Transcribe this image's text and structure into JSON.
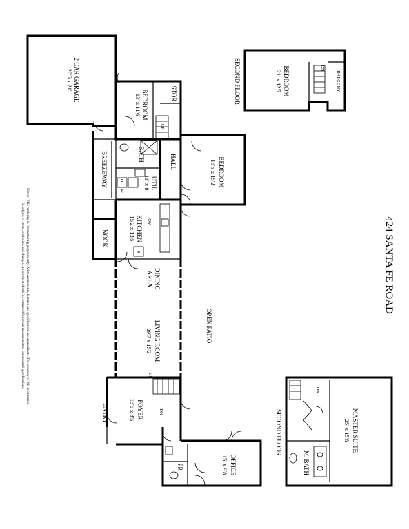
{
  "plan": {
    "address": "424 SANTA FE ROAD",
    "notice": [
      "Notice: This rendering is for marketing purposes only. All measurements, features and specifications are approximate. The accuracy of this information",
      "is subject to errors, omissions and changes. An architect should be contacted for actual measurements, features and specifications."
    ],
    "rooms": {
      "garage": {
        "name": "2 CAR GARAGE",
        "dims": "20'6 x 21'"
      },
      "bedroom_1": {
        "name": "BEDROOM",
        "dims": "13' x 11'6"
      },
      "stor": {
        "name": "STOR"
      },
      "bath": {
        "name": "BATH"
      },
      "breezeway": {
        "name": "BREEZEWAY"
      },
      "util": {
        "name": "UTIL",
        "dims": "11' x 8'"
      },
      "hall": {
        "name": "HALL"
      },
      "bedroom_2": {
        "name": "BEDROOM",
        "dims": "15'6 x 15'2"
      },
      "kitchen": {
        "name": "KITCHEN",
        "dims": "15'2 x 13'5"
      },
      "nook": {
        "name": "NOOK"
      },
      "dining": {
        "name": "DINING",
        "name2": "AREA"
      },
      "living": {
        "name": "LIVING ROOM",
        "dims": "29'7 x 15'2"
      },
      "foyer": {
        "name": "FOYER",
        "dims": "15'6 x 8'5"
      },
      "entry": {
        "name": "ENTRY"
      },
      "office": {
        "name": "OFFICE",
        "dims": "15' x 9'8"
      },
      "pr": {
        "name": "PR"
      },
      "open_patio": {
        "name": "OPEN PATIO"
      }
    },
    "fixtures": {
      "up_1": "UP",
      "up_2": "UP",
      "dn_1": "DN",
      "ov": "OV",
      "r": "R",
      "d": "D",
      "w": "W"
    },
    "second_floor_a": {
      "label": "SECOND FLOOR",
      "bedroom": {
        "name": "BEDROOM",
        "dims": "21' x 12'7"
      },
      "balcony": "BALCONY",
      "dn": "DN"
    },
    "second_floor_b": {
      "label": "SECOND FLOOR",
      "master": {
        "name": "MASTER SUITE",
        "dims": "25' x 15'6"
      },
      "mbath": "M. BATH",
      "dn": "DN"
    }
  }
}
